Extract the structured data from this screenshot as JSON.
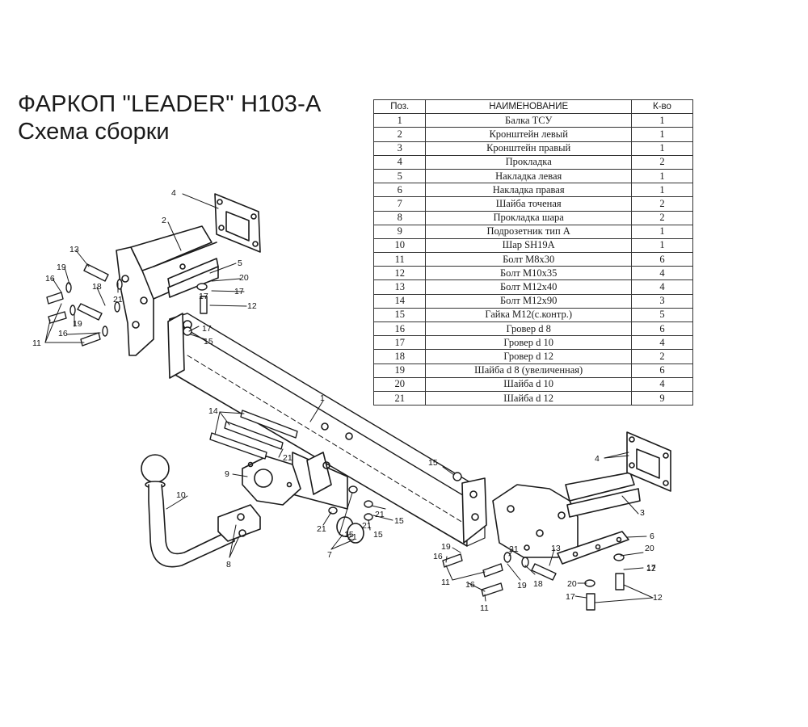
{
  "title": "ФАРКОП \"LEADER\" H103-A",
  "subtitle": "Схема сборки",
  "table": {
    "headers": [
      "Поз.",
      "НАИМЕНОВАНИЕ",
      "К-во"
    ],
    "rows": [
      [
        "1",
        "Балка ТСУ",
        "1"
      ],
      [
        "2",
        "Кронштейн левый",
        "1"
      ],
      [
        "3",
        "Кронштейн правый",
        "1"
      ],
      [
        "4",
        "Прокладка",
        "2"
      ],
      [
        "5",
        "Накладка левая",
        "1"
      ],
      [
        "6",
        "Накладка правая",
        "1"
      ],
      [
        "7",
        "Шайба точеная",
        "2"
      ],
      [
        "8",
        "Прокладка шара",
        "2"
      ],
      [
        "9",
        "Подрозетник тип А",
        "1"
      ],
      [
        "10",
        "Шар SH19A",
        "1"
      ],
      [
        "11",
        "Болт М8х30",
        "6"
      ],
      [
        "12",
        "Болт М10х35",
        "4"
      ],
      [
        "13",
        "Болт М12х40",
        "4"
      ],
      [
        "14",
        "Болт М12х90",
        "3"
      ],
      [
        "15",
        "Гайка М12(с.контр.)",
        "5"
      ],
      [
        "16",
        "Гровер d 8",
        "6"
      ],
      [
        "17",
        "Гровер d 10",
        "4"
      ],
      [
        "18",
        "Гровер d 12",
        "2"
      ],
      [
        "19",
        "Шайба d 8 (увеличенная)",
        "6"
      ],
      [
        "20",
        "Шайба d 10",
        "4"
      ],
      [
        "21",
        "Шайба d 12",
        "9"
      ]
    ]
  },
  "callouts": {
    "c1": "1",
    "c2": "2",
    "c3": "3",
    "c4a": "4",
    "c4b": "4",
    "c5": "5",
    "c6": "6",
    "c7": "7",
    "c8": "8",
    "c9": "9",
    "c10": "10",
    "c11a": "11",
    "c11b": "11",
    "c11c": "11",
    "c12a": "12",
    "c12b": "12",
    "c12c": "12",
    "c13a": "13",
    "c13b": "13",
    "c14": "14",
    "c15a": "15",
    "c15b": "15",
    "c15c": "15",
    "c15d": "15",
    "c15e": "15",
    "c16a": "16",
    "c16b": "16",
    "c16c": "16",
    "c16d": "16",
    "c17a": "17",
    "c17b": "17",
    "c17c": "17",
    "c17d": "17",
    "c17e": "17",
    "c18a": "18",
    "c18b": "18",
    "c19a": "19",
    "c19b": "19",
    "c19c": "19",
    "c19d": "19",
    "c20a": "20",
    "c20b": "20",
    "c20c": "20",
    "c21a": "21",
    "c21b": "21",
    "c21c": "21",
    "c21d": "21",
    "c21e": "21",
    "c21f": "21",
    "c21g": "21"
  }
}
